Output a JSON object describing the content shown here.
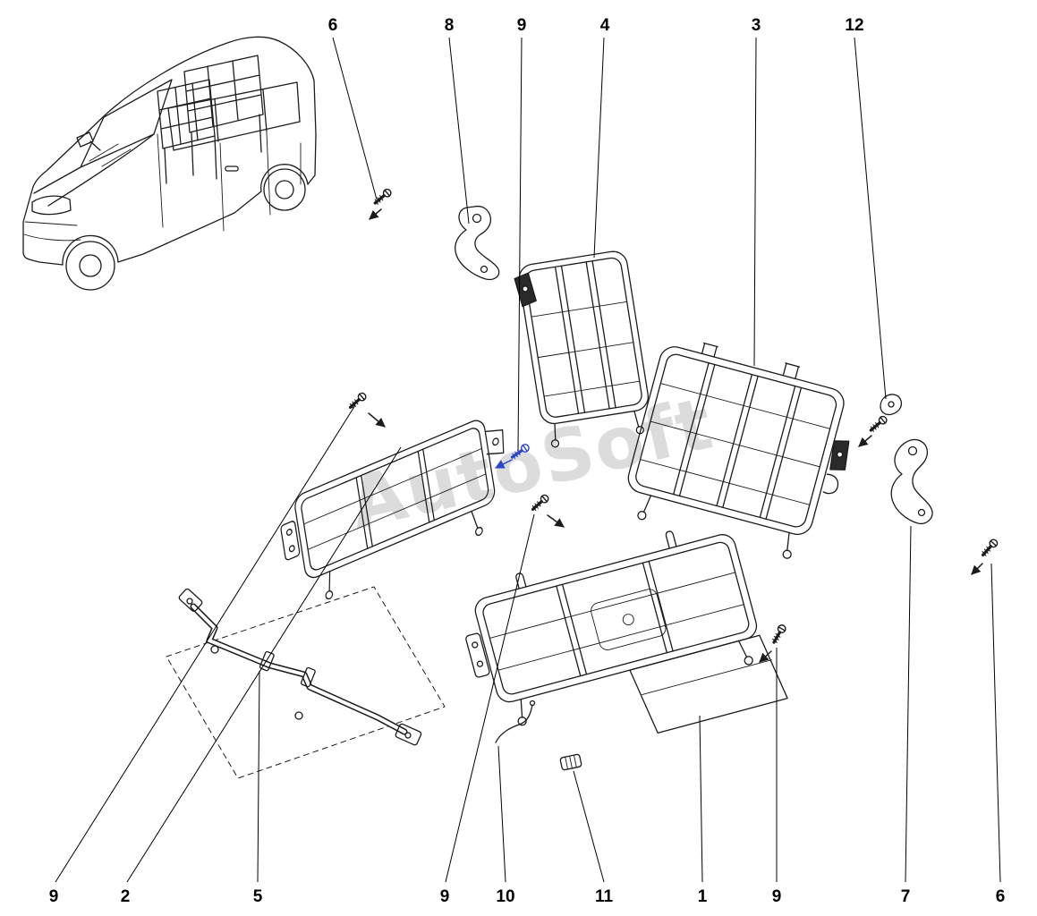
{
  "watermark": {
    "text": "AutoSoft"
  },
  "colors": {
    "highlight": "#2b46c8",
    "watermark": "#c0c0c0",
    "line": "#1b1b1b"
  },
  "callouts": {
    "top": [
      {
        "label": "6"
      },
      {
        "label": "8"
      },
      {
        "label": "9"
      },
      {
        "label": "4"
      },
      {
        "label": "3"
      },
      {
        "label": "12"
      }
    ],
    "bottom": [
      {
        "label": "9"
      },
      {
        "label": "2"
      },
      {
        "label": "5"
      },
      {
        "label": "9"
      },
      {
        "label": "10"
      },
      {
        "label": "11"
      },
      {
        "label": "1"
      },
      {
        "label": "9"
      },
      {
        "label": "7"
      },
      {
        "label": "6"
      }
    ]
  }
}
